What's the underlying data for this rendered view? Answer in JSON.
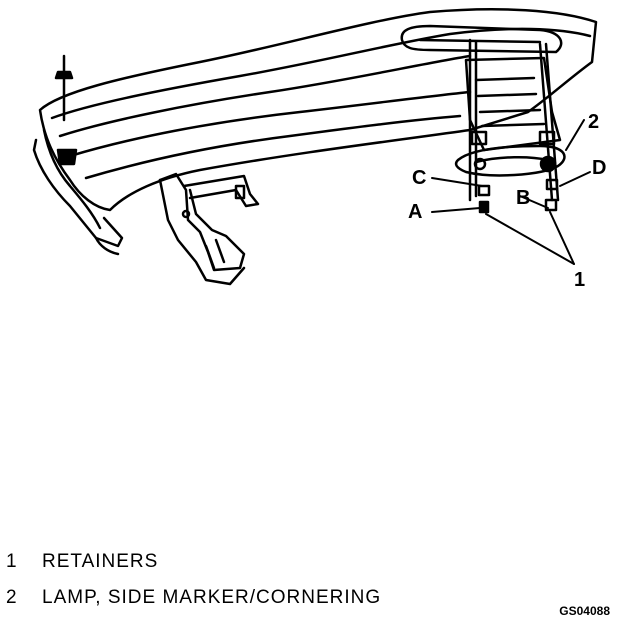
{
  "callouts": {
    "c1": "1",
    "c2": "2",
    "cA": "A",
    "cB": "B",
    "cC": "C",
    "cD": "D"
  },
  "legend": [
    {
      "num": "1",
      "text": "RETAINERS"
    },
    {
      "num": "2",
      "text": "LAMP, SIDE MARKER/CORNERING"
    }
  ],
  "figure_id": "GS04088"
}
